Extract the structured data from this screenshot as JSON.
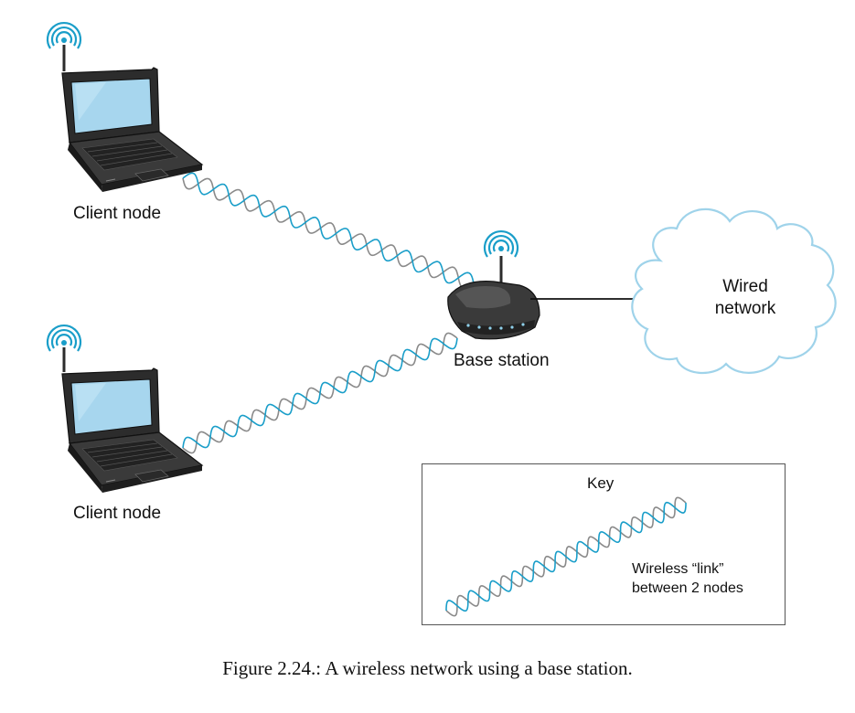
{
  "nodes": {
    "client_top": {
      "label": "Client node"
    },
    "client_bottom": {
      "label": "Client node"
    },
    "base_station": {
      "label": "Base station"
    },
    "cloud": {
      "line1": "Wired",
      "line2": "network"
    }
  },
  "key": {
    "title": "Key",
    "line1": "Wireless “link”",
    "line2": "between 2 nodes"
  },
  "caption": "Figure 2.24.: A wireless network using a base station.",
  "colors": {
    "wave_blue": "#1a9ec9",
    "wave_grey": "#8a8a8a",
    "screen": "#a7d6ee",
    "laptop_body": "#2c2c2c",
    "cloud_stroke": "#9fd3ea"
  },
  "icons": [
    "wifi-signal-icon",
    "laptop-icon",
    "router-icon",
    "cloud-icon"
  ]
}
